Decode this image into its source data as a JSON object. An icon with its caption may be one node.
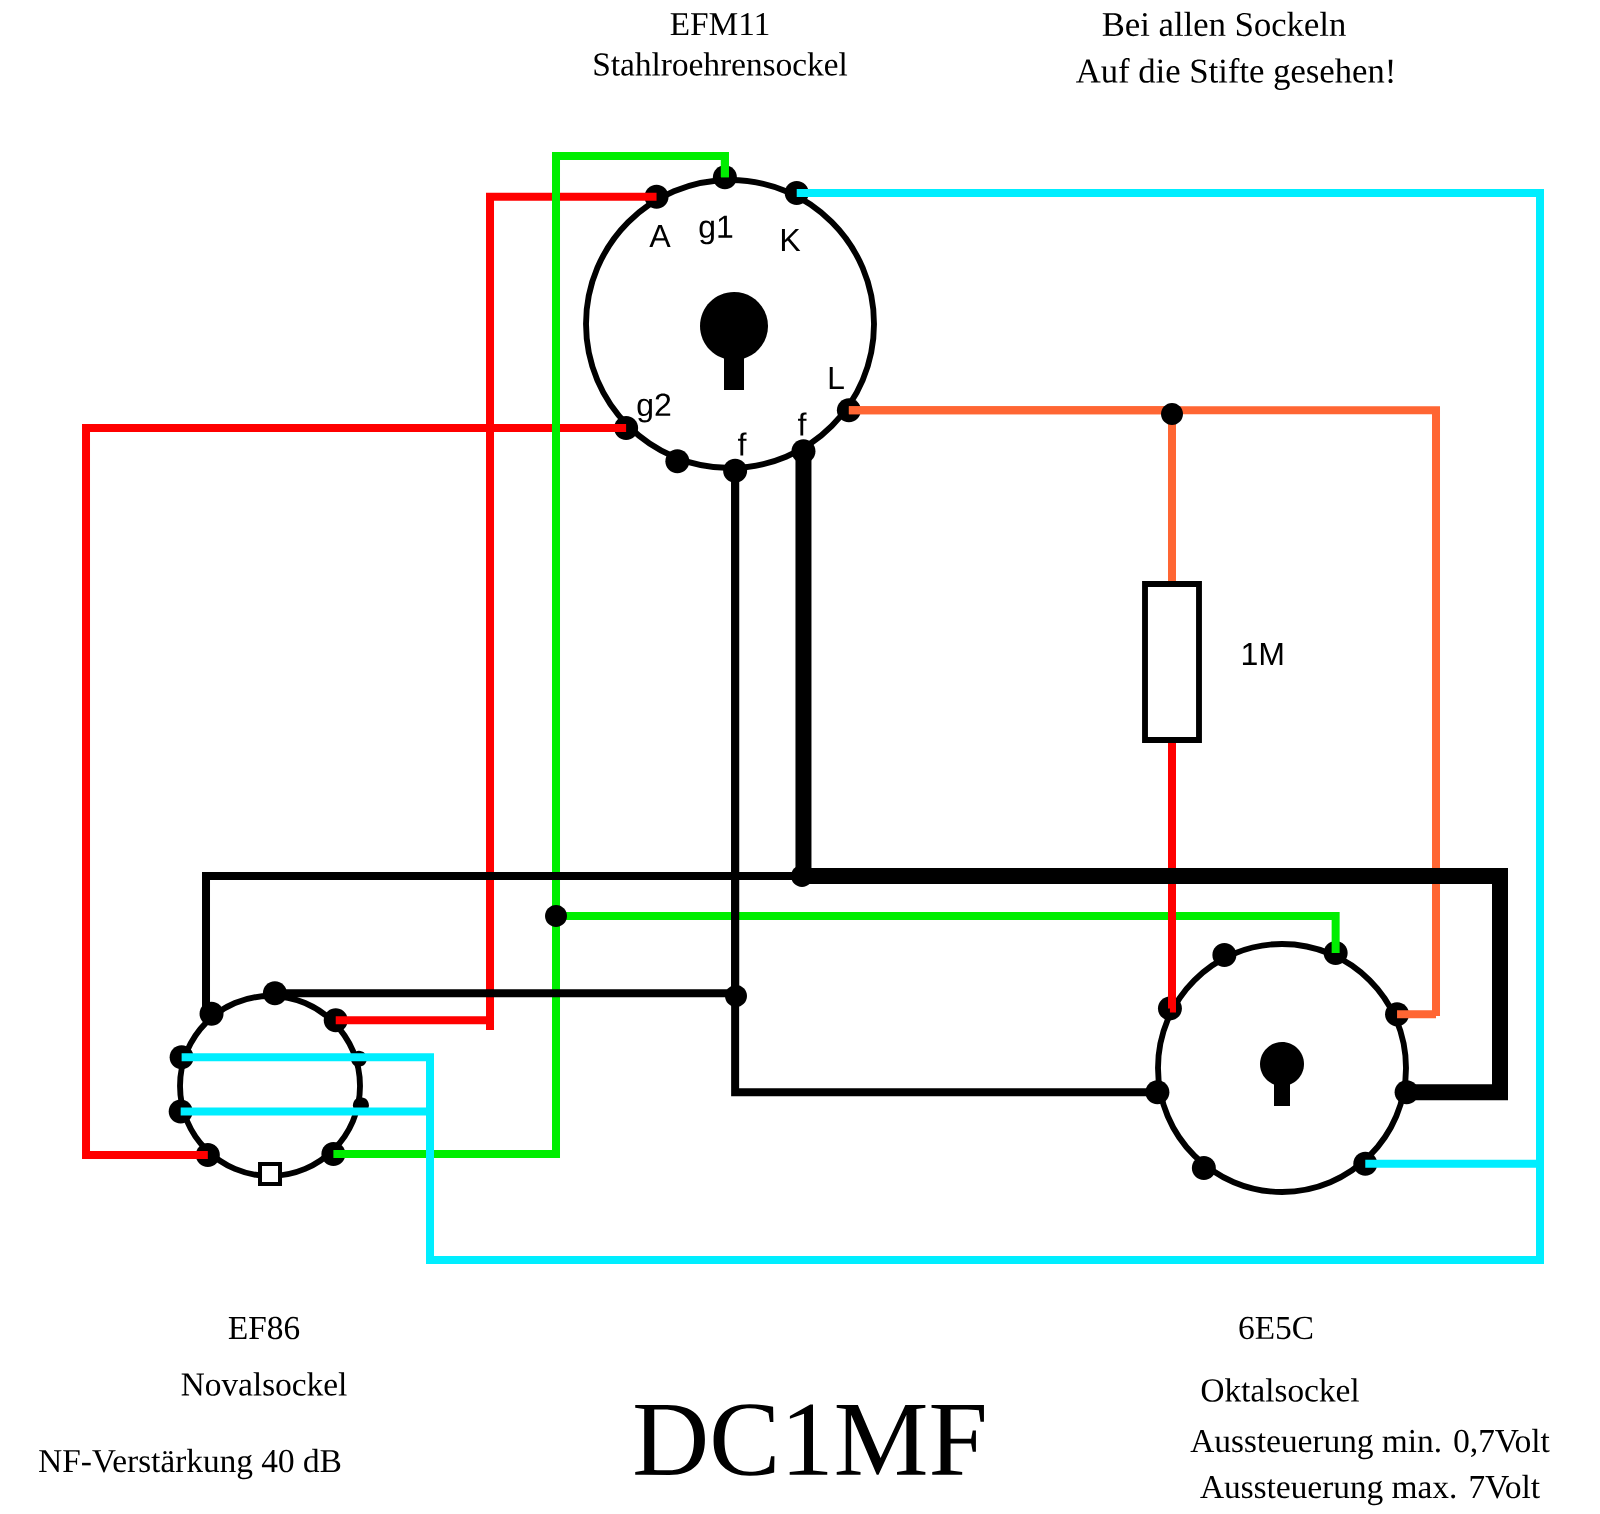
{
  "diagram": {
    "nodes": [
      {
        "text": [
          "A",
          "g1",
          "K",
          "g2",
          "f",
          "f",
          "L"
        ],
        "beside": [
          "EFM11",
          "Stahlroehrensockel"
        ]
      },
      {
        "text": [],
        "shape": "circle",
        "beside": [
          "EF86",
          "Novalsockel"
        ]
      },
      {
        "text": [],
        "shape": "circle",
        "beside": [
          "6E5C",
          "Oktalsockel"
        ]
      },
      {
        "text": [],
        "shape": "box",
        "beside": [
          "1M"
        ]
      }
    ],
    "edges": [
      {
        "from": 0,
        "to": 1,
        "arrow": "none",
        "color": "#ff0000"
      },
      {
        "from": 0,
        "to": 1,
        "arrow": "none",
        "color": "#ff0000"
      },
      {
        "from": 0,
        "to": 1,
        "arrow": "none",
        "color": "#00ee00"
      },
      {
        "from": 0,
        "to": 2,
        "arrow": "none",
        "color": "#00ee00"
      },
      {
        "from": 0,
        "to": 1,
        "arrow": "none",
        "color": "#00eeff"
      },
      {
        "from": 0,
        "to": 1,
        "arrow": "none",
        "color": "#00eeff"
      },
      {
        "from": 0,
        "to": 2,
        "arrow": "none",
        "color": "#00eeff"
      },
      {
        "from": 0,
        "to": 2,
        "arrow": "none",
        "color": "#ff6633"
      },
      {
        "from": 0,
        "to": 3,
        "arrow": "none",
        "color": "#ff6633"
      },
      {
        "from": 3,
        "to": 2,
        "arrow": "none",
        "color": "#ff0000"
      },
      {
        "from": 0,
        "to": 1,
        "arrow": "none",
        "color": "#000000"
      },
      {
        "from": 0,
        "to": 2,
        "arrow": "none",
        "color": "#000000"
      },
      {
        "from": 0,
        "to": 1,
        "arrow": "none",
        "color": "#000000"
      },
      {
        "from": 0,
        "to": 2,
        "arrow": "none",
        "style": "thick",
        "color": "#000000"
      }
    ],
    "labels": [
      "Bei allen Sockeln",
      "Auf die Stifte gesehen!",
      "NF-Verstärkung 40 dB",
      "DC1MF",
      "Aussteuerung min. 0,7Volt",
      "Aussteuerung max. 7Volt"
    ]
  }
}
